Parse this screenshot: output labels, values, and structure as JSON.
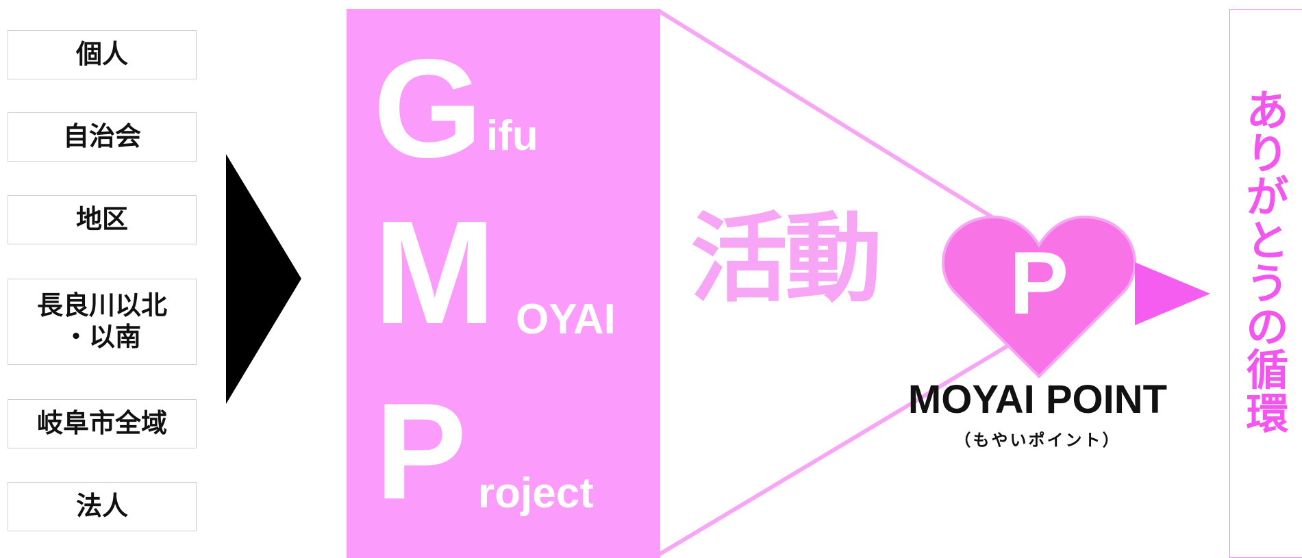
{
  "categories": [
    {
      "line1": "個人",
      "line2": ""
    },
    {
      "line1": "自治会",
      "line2": ""
    },
    {
      "line1": "地区",
      "line2": ""
    },
    {
      "line1": "長良川以北",
      "line2": "・以南"
    },
    {
      "line1": "岐阜市全域",
      "line2": ""
    },
    {
      "line1": "法人",
      "line2": ""
    }
  ],
  "project": {
    "g_letter": "G",
    "g_rest": "ifu",
    "m_letter": "M",
    "m_rest": "OYAI",
    "p_letter": "P",
    "p_rest": "roject"
  },
  "activity_label": "活動",
  "point": {
    "heart_letter": "P",
    "name_en": "MOYAI POINT",
    "name_ja": "（もやいポイント）"
  },
  "thanks_chars": [
    "あ",
    "り",
    "が",
    "と",
    "う",
    "の",
    "循",
    "環"
  ],
  "colors": {
    "panel_pink": "#fb9bfb",
    "heart_pink": "#f773e6",
    "text_pink": "#f256ef",
    "arrow_pink": "#f55cf0"
  }
}
